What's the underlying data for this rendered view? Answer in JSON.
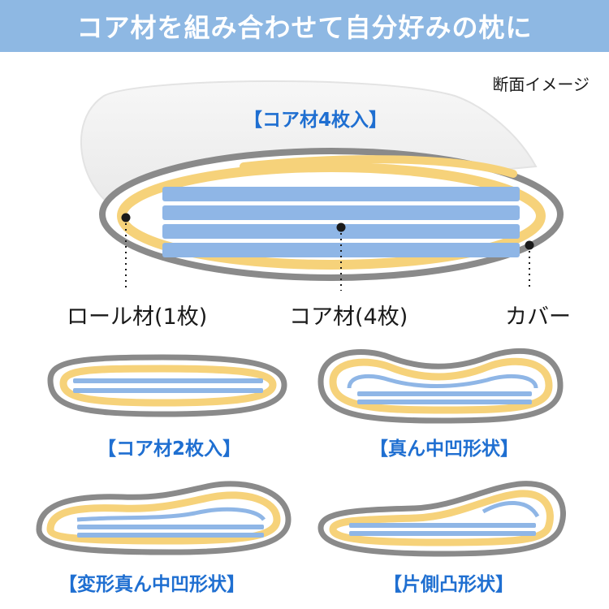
{
  "header": {
    "title": "コア材を組み合わせて自分好みの枕に"
  },
  "main_illustration": {
    "note": "断面イメージ",
    "title": "【コア材4枚入】",
    "labels": {
      "roll": "ロール材(1枚)",
      "core": "コア材(4枚)",
      "cover": "カバー"
    }
  },
  "variants": [
    {
      "label": "【コア材2枚入】"
    },
    {
      "label": "【真ん中凹形状】"
    },
    {
      "label": "【変形真ん中凹形状】"
    },
    {
      "label": "【片側凸形状】"
    }
  ],
  "colors": {
    "banner": "#8eb8e3",
    "title_blue": "#1f6fd1",
    "cover_gray": "#8a8a8a",
    "roll_yellow": "#f6d27a",
    "core_blue": "#8fb6e6"
  }
}
